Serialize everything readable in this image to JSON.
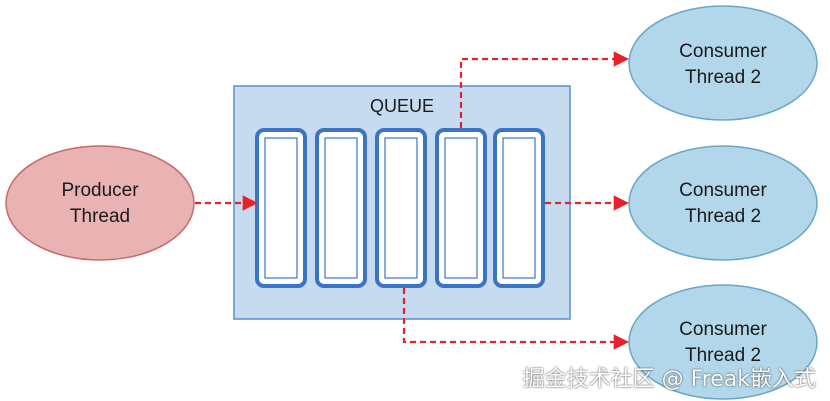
{
  "diagram": {
    "queue": {
      "label": "QUEUE",
      "fill": "#c7dbf0",
      "border": "#5b8fd0",
      "slot_count": 5,
      "slot_border": "#3a74c4"
    },
    "producer": {
      "line1": "Producer",
      "line2": "Thread",
      "fill": "#e8b3b2",
      "border": "#c96a6a"
    },
    "consumers": [
      {
        "line1": "Consumer",
        "line2": "Thread 2"
      },
      {
        "line1": "Consumer",
        "line2": "Thread 2"
      },
      {
        "line1": "Consumer",
        "line2": "Thread 2"
      }
    ],
    "consumer_style": {
      "fill": "#b3d7ea",
      "border": "#6aa6c8"
    },
    "arrow_color": "#e8202a"
  },
  "watermark": "掘金技术社区 @ Freak嵌入式"
}
